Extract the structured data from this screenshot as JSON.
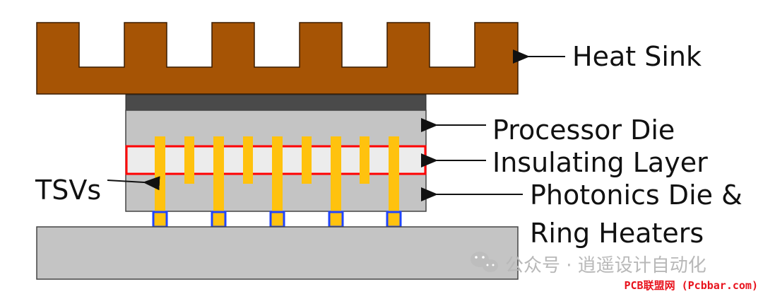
{
  "labels": {
    "heat_sink": "Heat Sink",
    "processor_die": "Processor Die",
    "insulating_layer": "Insulating Layer",
    "photonics_line1": "Photonics Die &",
    "photonics_line2": "Ring Heaters",
    "tsvs": "TSVs"
  },
  "watermark": {
    "wechat": "公众号 · 逍遥设计自动化",
    "site": "PCB联盟网 (Pcbbar.com)"
  },
  "colors": {
    "heat_sink": "#a65405",
    "thermal_interface": "#4a4a4a",
    "die": "#c4c4c4",
    "insulating_layer": "#ececec",
    "insulating_border": "#ff0000",
    "tsv": "#ffc20e",
    "pad_border": "#1f44ff",
    "substrate": "#c4c4c4"
  },
  "icons": {
    "wechat": "wechat-icon"
  }
}
